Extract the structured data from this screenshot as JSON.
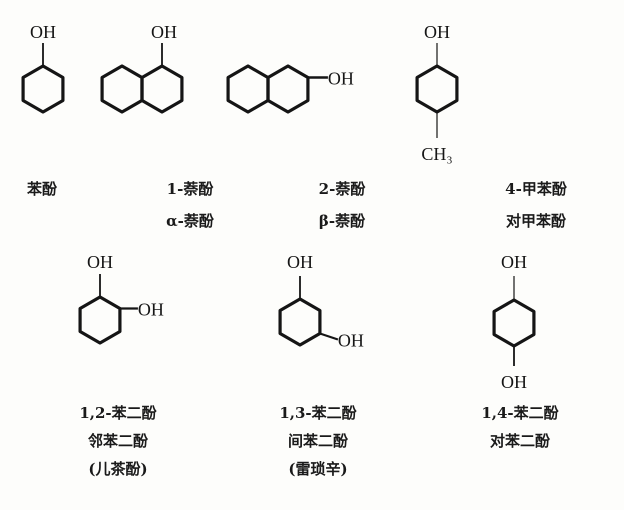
{
  "compounds": [
    {
      "id": "phenol",
      "names": [
        "苯酚"
      ],
      "groups": [
        "OH"
      ]
    },
    {
      "id": "1-naphthol",
      "names": [
        "1-萘酚",
        "α-萘酚"
      ],
      "groups": [
        "OH"
      ]
    },
    {
      "id": "2-naphthol",
      "names": [
        "2-萘酚",
        "β-萘酚"
      ],
      "groups": [
        "OH"
      ]
    },
    {
      "id": "p-cresol",
      "names": [
        "4-甲苯酚",
        "对甲苯酚"
      ],
      "groups": [
        "OH",
        "CH₃"
      ]
    },
    {
      "id": "catechol",
      "names": [
        "1,2-苯二酚",
        "邻苯二酚",
        "(儿茶酚)"
      ],
      "groups": [
        "OH",
        "OH"
      ]
    },
    {
      "id": "resorcinol",
      "names": [
        "1,3-苯二酚",
        "间苯二酚",
        "(雷琐辛)"
      ],
      "groups": [
        "OH",
        "OH"
      ]
    },
    {
      "id": "hydroquinone",
      "names": [
        "1,4-苯二酚",
        "对苯二酚"
      ],
      "groups": [
        "OH",
        "OH"
      ]
    }
  ],
  "ink_color": "#151515"
}
